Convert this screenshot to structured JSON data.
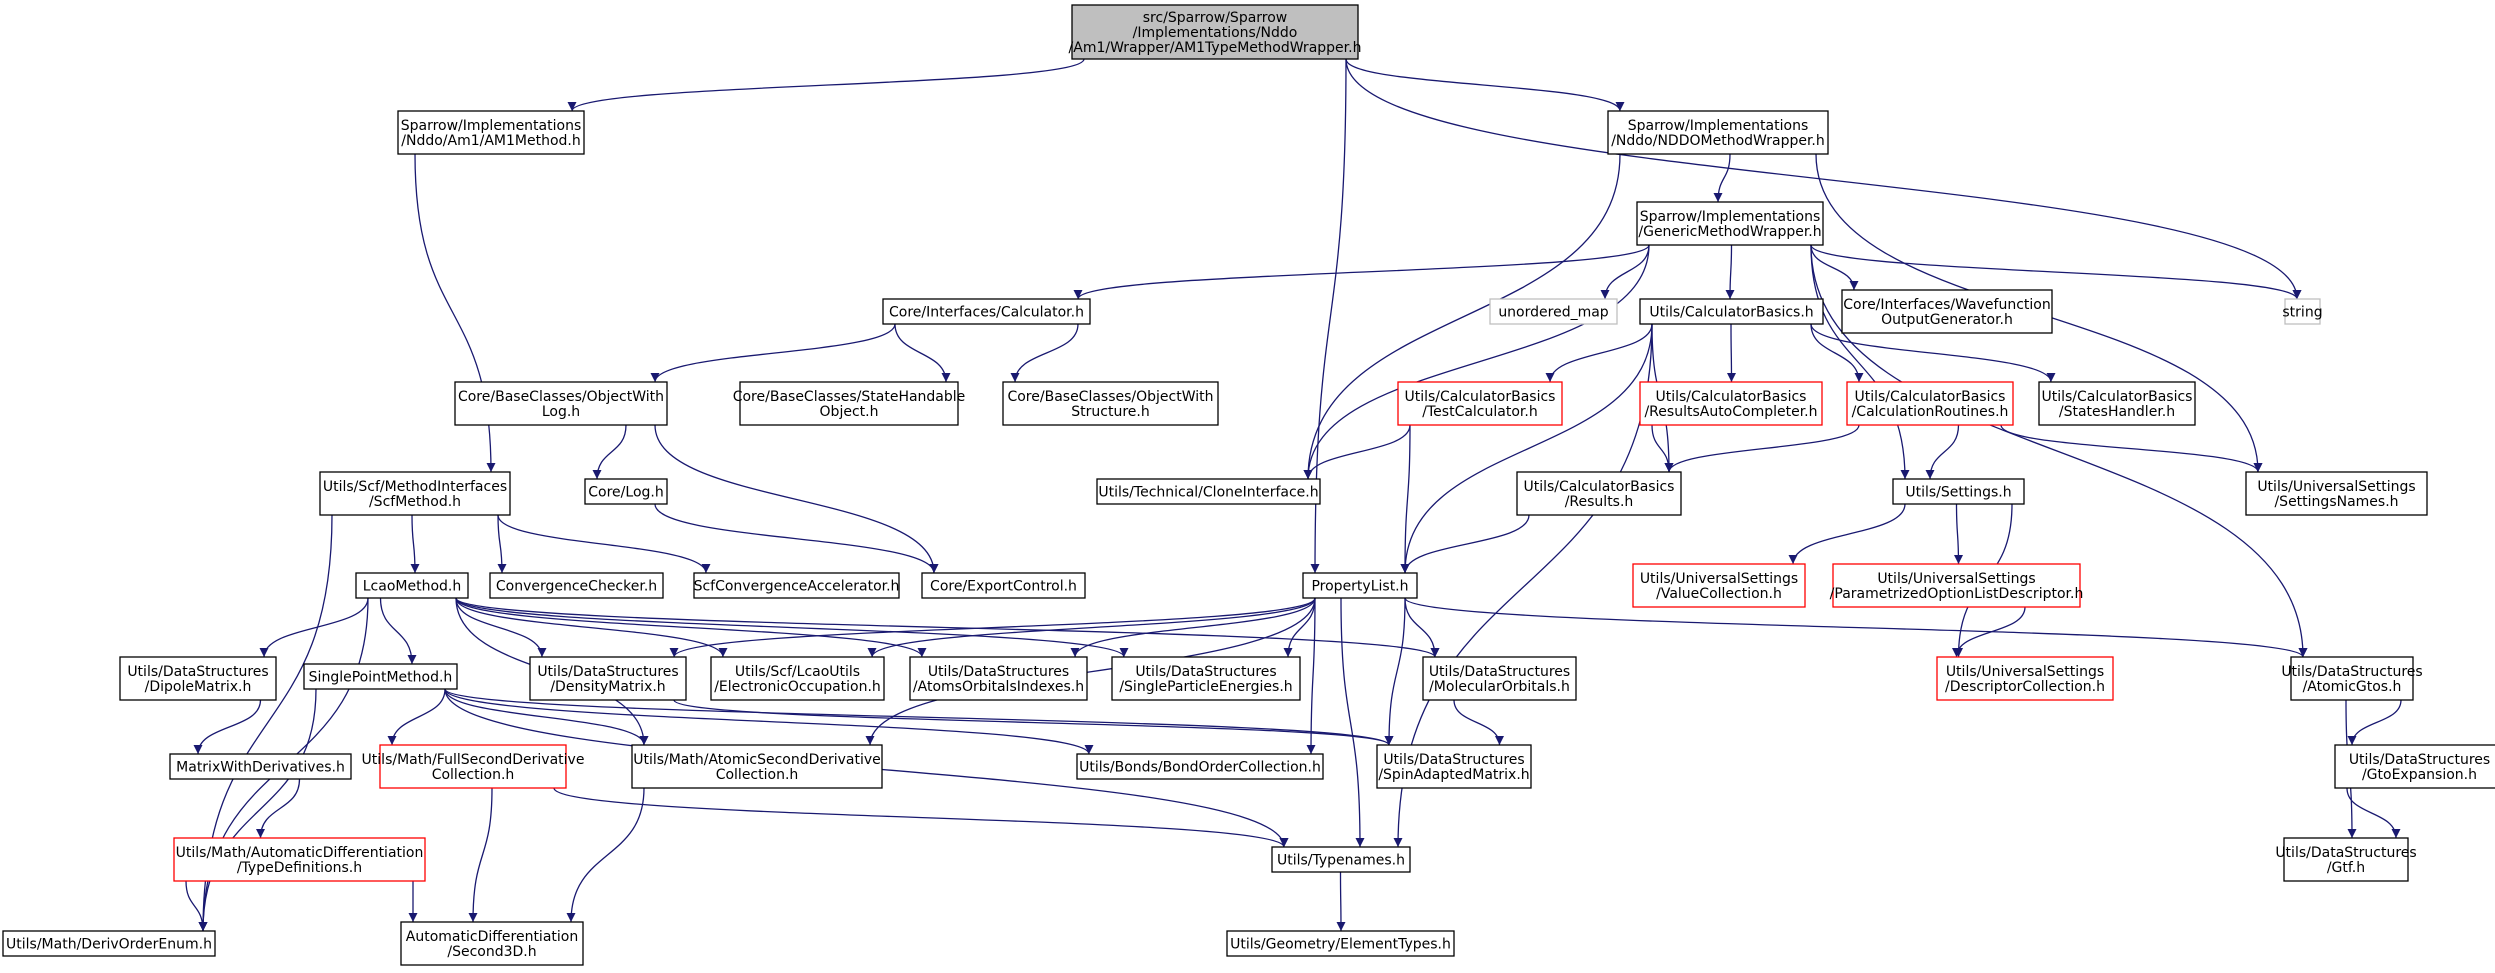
{
  "graph": {
    "nodes": [
      {
        "id": "n1",
        "lines": [
          "src/Sparrow/Sparrow",
          "/Implementations/Nddo",
          "/Am1/Wrapper/AM1TypeMethodWrapper.h"
        ],
        "style": "root"
      },
      {
        "id": "n2",
        "lines": [
          "Sparrow/Implementations",
          "/Nddo/Am1/AM1Method.h"
        ]
      },
      {
        "id": "n3",
        "lines": [
          "Sparrow/Implementations",
          "/Nddo/NDDOMethodWrapper.h"
        ]
      },
      {
        "id": "n4",
        "lines": [
          "Sparrow/Implementations",
          "/GenericMethodWrapper.h"
        ]
      },
      {
        "id": "n5",
        "lines": [
          "Core/Interfaces/Calculator.h"
        ]
      },
      {
        "id": "n6",
        "lines": [
          "unordered_map"
        ],
        "style": "gray"
      },
      {
        "id": "n7",
        "lines": [
          "Utils/CalculatorBasics.h"
        ]
      },
      {
        "id": "n8",
        "lines": [
          "Core/Interfaces/Wavefunction",
          "OutputGenerator.h"
        ]
      },
      {
        "id": "n9",
        "lines": [
          "string"
        ],
        "style": "gray"
      },
      {
        "id": "n10",
        "lines": [
          "Core/BaseClasses/ObjectWith",
          "Log.h"
        ]
      },
      {
        "id": "n11",
        "lines": [
          "Core/BaseClasses/StateHandable",
          "Object.h"
        ]
      },
      {
        "id": "n12",
        "lines": [
          "Core/BaseClasses/ObjectWith",
          "Structure.h"
        ]
      },
      {
        "id": "n13",
        "lines": [
          "Utils/CalculatorBasics",
          "/TestCalculator.h"
        ],
        "style": "red"
      },
      {
        "id": "n14",
        "lines": [
          "Utils/CalculatorBasics",
          "/ResultsAutoCompleter.h"
        ],
        "style": "red"
      },
      {
        "id": "n15",
        "lines": [
          "Utils/CalculatorBasics",
          "/CalculationRoutines.h"
        ],
        "style": "red"
      },
      {
        "id": "n16",
        "lines": [
          "Utils/CalculatorBasics",
          "/StatesHandler.h"
        ]
      },
      {
        "id": "n17",
        "lines": [
          "Core/Log.h"
        ]
      },
      {
        "id": "n18",
        "lines": [
          "Utils/Scf/MethodInterfaces",
          "/ScfMethod.h"
        ]
      },
      {
        "id": "n19",
        "lines": [
          "Utils/Technical/CloneInterface.h"
        ]
      },
      {
        "id": "n20",
        "lines": [
          "Utils/CalculatorBasics",
          "/Results.h"
        ]
      },
      {
        "id": "n21",
        "lines": [
          "Utils/Settings.h"
        ]
      },
      {
        "id": "n22",
        "lines": [
          "Utils/UniversalSettings",
          "/SettingsNames.h"
        ]
      },
      {
        "id": "n23",
        "lines": [
          "LcaoMethod.h"
        ]
      },
      {
        "id": "n24",
        "lines": [
          "ConvergenceChecker.h"
        ]
      },
      {
        "id": "n25",
        "lines": [
          "ScfConvergenceAccelerator.h"
        ]
      },
      {
        "id": "n26",
        "lines": [
          "Core/ExportControl.h"
        ]
      },
      {
        "id": "n27",
        "lines": [
          "PropertyList.h"
        ]
      },
      {
        "id": "n28",
        "lines": [
          "Utils/UniversalSettings",
          "/ValueCollection.h"
        ],
        "style": "red"
      },
      {
        "id": "n29",
        "lines": [
          "Utils/UniversalSettings",
          "/ParametrizedOptionListDescriptor.h"
        ],
        "style": "red"
      },
      {
        "id": "n30",
        "lines": [
          "Utils/DataStructures",
          "/DipoleMatrix.h"
        ]
      },
      {
        "id": "n31",
        "lines": [
          "SinglePointMethod.h"
        ]
      },
      {
        "id": "n32",
        "lines": [
          "Utils/DataStructures",
          "/DensityMatrix.h"
        ]
      },
      {
        "id": "n33",
        "lines": [
          "Utils/Scf/LcaoUtils",
          "/ElectronicOccupation.h"
        ]
      },
      {
        "id": "n34",
        "lines": [
          "Utils/DataStructures",
          "/AtomsOrbitalsIndexes.h"
        ]
      },
      {
        "id": "n35",
        "lines": [
          "Utils/DataStructures",
          "/SingleParticleEnergies.h"
        ]
      },
      {
        "id": "n36",
        "lines": [
          "Utils/DataStructures",
          "/MolecularOrbitals.h"
        ]
      },
      {
        "id": "n37",
        "lines": [
          "Utils/UniversalSettings",
          "/DescriptorCollection.h"
        ],
        "style": "red"
      },
      {
        "id": "n38",
        "lines": [
          "Utils/DataStructures",
          "/AtomicGtos.h"
        ]
      },
      {
        "id": "n39",
        "lines": [
          "MatrixWithDerivatives.h"
        ]
      },
      {
        "id": "n40",
        "lines": [
          "Utils/Math/FullSecondDerivative",
          "Collection.h"
        ],
        "style": "red"
      },
      {
        "id": "n41",
        "lines": [
          "Utils/Math/AtomicSecondDerivative",
          "Collection.h"
        ]
      },
      {
        "id": "n42",
        "lines": [
          "Utils/Bonds/BondOrderCollection.h"
        ]
      },
      {
        "id": "n43",
        "lines": [
          "Utils/DataStructures",
          "/SpinAdaptedMatrix.h"
        ]
      },
      {
        "id": "n44",
        "lines": [
          "Utils/DataStructures",
          "/GtoExpansion.h"
        ]
      },
      {
        "id": "n45",
        "lines": [
          "Utils/Math/AutomaticDifferentiation",
          "/TypeDefinitions.h"
        ],
        "style": "red"
      },
      {
        "id": "n46",
        "lines": [
          "Utils/Typenames.h"
        ]
      },
      {
        "id": "n47",
        "lines": [
          "Utils/DataStructures",
          "/Gtf.h"
        ]
      },
      {
        "id": "n48",
        "lines": [
          "Utils/Math/DerivOrderEnum.h"
        ]
      },
      {
        "id": "n49",
        "lines": [
          "AutomaticDifferentiation",
          "/Second3D.h"
        ]
      },
      {
        "id": "n50",
        "lines": [
          "Utils/Geometry/ElementTypes.h"
        ]
      }
    ],
    "edges": [
      [
        "n1",
        "n2"
      ],
      [
        "n1",
        "n3"
      ],
      [
        "n1",
        "n27"
      ],
      [
        "n1",
        "n9"
      ],
      [
        "n2",
        "n18"
      ],
      [
        "n3",
        "n4"
      ],
      [
        "n3",
        "n19"
      ],
      [
        "n3",
        "n22"
      ],
      [
        "n4",
        "n5"
      ],
      [
        "n4",
        "n6"
      ],
      [
        "n4",
        "n7"
      ],
      [
        "n4",
        "n8"
      ],
      [
        "n4",
        "n9"
      ],
      [
        "n4",
        "n19"
      ],
      [
        "n4",
        "n21"
      ],
      [
        "n4",
        "n38"
      ],
      [
        "n5",
        "n10"
      ],
      [
        "n5",
        "n11"
      ],
      [
        "n5",
        "n12"
      ],
      [
        "n7",
        "n13"
      ],
      [
        "n7",
        "n14"
      ],
      [
        "n7",
        "n15"
      ],
      [
        "n7",
        "n16"
      ],
      [
        "n7",
        "n20"
      ],
      [
        "n7",
        "n27"
      ],
      [
        "n7",
        "n46"
      ],
      [
        "n10",
        "n17"
      ],
      [
        "n10",
        "n26"
      ],
      [
        "n13",
        "n19"
      ],
      [
        "n13",
        "n27"
      ],
      [
        "n14",
        "n20"
      ],
      [
        "n15",
        "n20"
      ],
      [
        "n15",
        "n21"
      ],
      [
        "n15",
        "n22"
      ],
      [
        "n17",
        "n26"
      ],
      [
        "n18",
        "n23"
      ],
      [
        "n18",
        "n24"
      ],
      [
        "n18",
        "n25"
      ],
      [
        "n18",
        "n48"
      ],
      [
        "n20",
        "n27"
      ],
      [
        "n21",
        "n28"
      ],
      [
        "n21",
        "n29"
      ],
      [
        "n21",
        "n37"
      ],
      [
        "n23",
        "n30"
      ],
      [
        "n23",
        "n31"
      ],
      [
        "n23",
        "n32"
      ],
      [
        "n23",
        "n33"
      ],
      [
        "n23",
        "n34"
      ],
      [
        "n23",
        "n35"
      ],
      [
        "n23",
        "n36"
      ],
      [
        "n23",
        "n41"
      ],
      [
        "n23",
        "n48"
      ],
      [
        "n27",
        "n32"
      ],
      [
        "n27",
        "n33"
      ],
      [
        "n27",
        "n34"
      ],
      [
        "n27",
        "n35"
      ],
      [
        "n27",
        "n36"
      ],
      [
        "n27",
        "n38"
      ],
      [
        "n27",
        "n41"
      ],
      [
        "n27",
        "n42"
      ],
      [
        "n27",
        "n43"
      ],
      [
        "n27",
        "n46"
      ],
      [
        "n29",
        "n37"
      ],
      [
        "n30",
        "n39"
      ],
      [
        "n31",
        "n40"
      ],
      [
        "n31",
        "n41"
      ],
      [
        "n31",
        "n42"
      ],
      [
        "n31",
        "n43"
      ],
      [
        "n31",
        "n46"
      ],
      [
        "n31",
        "n48"
      ],
      [
        "n32",
        "n43"
      ],
      [
        "n36",
        "n43"
      ],
      [
        "n38",
        "n44"
      ],
      [
        "n38",
        "n47"
      ],
      [
        "n39",
        "n45"
      ],
      [
        "n40",
        "n46"
      ],
      [
        "n40",
        "n49"
      ],
      [
        "n41",
        "n49"
      ],
      [
        "n44",
        "n47"
      ],
      [
        "n45",
        "n48"
      ],
      [
        "n45",
        "n49"
      ],
      [
        "n46",
        "n50"
      ]
    ]
  }
}
